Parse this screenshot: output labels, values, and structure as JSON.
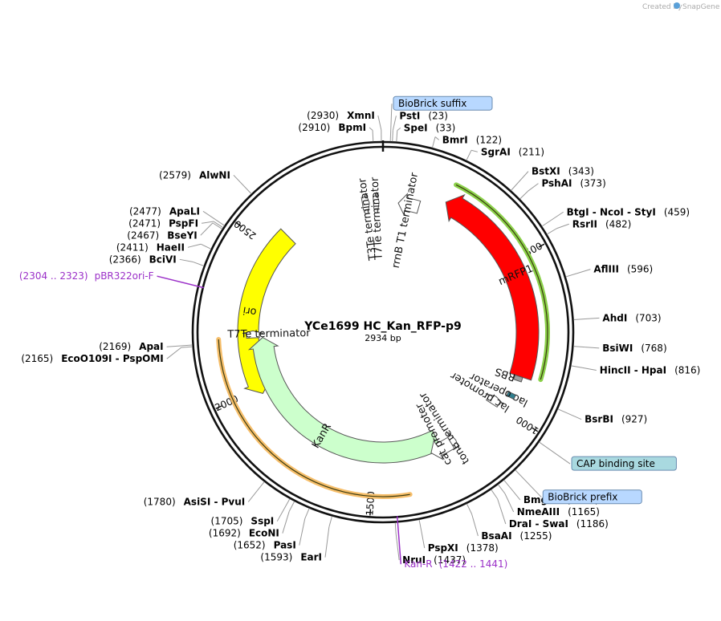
{
  "brand": {
    "created_by": "Created by",
    "product": "SnapGene"
  },
  "plasmid": {
    "name": "YCe1699 HC_Kan_RFP-p9",
    "length_label": "2934 bp",
    "length": 2934
  },
  "ticks": [
    {
      "label": "500",
      "pos": 500
    },
    {
      "label": "1000",
      "pos": 1000
    },
    {
      "label": "1500",
      "pos": 1500
    },
    {
      "label": "2000",
      "pos": 2000
    },
    {
      "label": "2500",
      "pos": 2500
    }
  ],
  "sites": [
    {
      "id": "xmni",
      "name": "XmnI",
      "num": "(2930)",
      "pos": 2930
    },
    {
      "id": "bpmi",
      "name": "BpmI",
      "num": "(2910)",
      "pos": 2910
    },
    {
      "id": "psti",
      "name": "PstI",
      "num": "(23)",
      "pos": 23
    },
    {
      "id": "spei",
      "name": "SpeI",
      "num": "(33)",
      "pos": 33
    },
    {
      "id": "bmri",
      "name": "BmrI",
      "num": "(122)",
      "pos": 122
    },
    {
      "id": "sgrai",
      "name": "SgrAI",
      "num": "(211)",
      "pos": 211
    },
    {
      "id": "bstxi",
      "name": "BstXI",
      "num": "(343)",
      "pos": 343
    },
    {
      "id": "pshai",
      "name": "PshAI",
      "num": "(373)",
      "pos": 373
    },
    {
      "id": "btgi",
      "name": "BtgI  - NcoI  - StyI",
      "num": "(459)",
      "pos": 459
    },
    {
      "id": "rsrii",
      "name": "RsrII",
      "num": "(482)",
      "pos": 482
    },
    {
      "id": "afliii",
      "name": "AflIII",
      "num": "(596)",
      "pos": 596
    },
    {
      "id": "ahdi",
      "name": "AhdI",
      "num": "(703)",
      "pos": 703
    },
    {
      "id": "bsiwi",
      "name": "BsiWI",
      "num": "(768)",
      "pos": 768
    },
    {
      "id": "hincii",
      "name": "HincII  - HpaI",
      "num": "(816)",
      "pos": 816
    },
    {
      "id": "bsrbi",
      "name": "BsrBI",
      "num": "(927)",
      "pos": 927
    },
    {
      "id": "bmgbi",
      "name": "BmgBI",
      "num": "(1147)",
      "pos": 1147
    },
    {
      "id": "nmeaiii",
      "name": "NmeAIII",
      "num": "(1165)",
      "pos": 1165
    },
    {
      "id": "drai",
      "name": "DraI  - SwaI",
      "num": "(1186)",
      "pos": 1186
    },
    {
      "id": "bsaai",
      "name": "BsaAI",
      "num": "(1255)",
      "pos": 1255
    },
    {
      "id": "pspxi",
      "name": "PspXI",
      "num": "(1378)",
      "pos": 1378
    },
    {
      "id": "nrui",
      "name": "NruI",
      "num": "(1437)",
      "pos": 1437
    },
    {
      "id": "eari",
      "name": "EarI",
      "num": "(1593)",
      "pos": 1593
    },
    {
      "id": "pasi",
      "name": "PasI",
      "num": "(1652)",
      "pos": 1652
    },
    {
      "id": "econi",
      "name": "EcoNI",
      "num": "(1692)",
      "pos": 1692
    },
    {
      "id": "sspi",
      "name": "SspI",
      "num": "(1705)",
      "pos": 1705
    },
    {
      "id": "asisi",
      "name": "AsiSI  - PvuI",
      "num": "(1780)",
      "pos": 1780
    },
    {
      "id": "ecoo109i",
      "name": "EcoO109I  - PspOMI",
      "num": "(2165)",
      "pos": 2165
    },
    {
      "id": "apai",
      "name": "ApaI",
      "num": "(2169)",
      "pos": 2169
    },
    {
      "id": "bcivi",
      "name": "BciVI",
      "num": "(2366)",
      "pos": 2366
    },
    {
      "id": "haeii",
      "name": "HaeII",
      "num": "(2411)",
      "pos": 2411
    },
    {
      "id": "bseyi",
      "name": "BseYI",
      "num": "(2467)",
      "pos": 2467
    },
    {
      "id": "pspfi",
      "name": "PspFI",
      "num": "(2471)",
      "pos": 2471
    },
    {
      "id": "apali",
      "name": "ApaLI",
      "num": "(2477)",
      "pos": 2477
    },
    {
      "id": "alwni",
      "name": "AlwNI",
      "num": "(2579)",
      "pos": 2579
    }
  ],
  "feature_boxes": [
    {
      "id": "biobrick-suffix",
      "label": "BioBrick suffix",
      "pos": 18
    },
    {
      "id": "cap-binding-site",
      "label": "CAP binding site",
      "pos": 1020
    },
    {
      "id": "biobrick-prefix",
      "label": "BioBrick prefix",
      "pos": 1110
    }
  ],
  "primers": [
    {
      "id": "pbr322ori-f",
      "range": "(2304 .. 2323)",
      "name": "pBR322ori-F",
      "pos": 2314
    },
    {
      "id": "kan-r",
      "range": "(1422 .. 1441)",
      "name": "Kan-R",
      "pos": 1431
    }
  ],
  "features": [
    {
      "id": "mrfp1",
      "label": "mRFP1",
      "start": 210,
      "end": 880,
      "dir": -1,
      "color": "#ff0000"
    },
    {
      "id": "ori",
      "label": "ori",
      "start": 1980,
      "end": 2570,
      "dir": -1,
      "color": "#ffff00"
    },
    {
      "id": "kanr",
      "label": "KanR",
      "start": 1250,
      "end": 2180,
      "dir": 1,
      "color": "#ccffcc"
    },
    {
      "id": "rrnb-t1",
      "label": "rrnB T1 terminator",
      "start": 55,
      "end": 130,
      "dir": -1,
      "color": "#ffffff"
    },
    {
      "id": "t7te-top",
      "label": "T7Te terminator",
      "start": 2900,
      "end": 2920,
      "dir": 1,
      "color": "#ffffff"
    },
    {
      "id": "t3te",
      "label": "T3Te terminator",
      "start": 2860,
      "end": 2885,
      "dir": 1,
      "color": "#ffffff"
    },
    {
      "id": "t7te-left",
      "label": "T7Te terminator",
      "start": 2180,
      "end": 2205,
      "dir": 1,
      "color": "#ffffff"
    },
    {
      "id": "tonb",
      "label": "tonB terminator",
      "start": 1190,
      "end": 1210,
      "dir": -1,
      "color": "#ffffff"
    },
    {
      "id": "cat-promoter",
      "label": "cat promoter",
      "start": 1210,
      "end": 1290,
      "dir": 1,
      "color": "#ffffff"
    },
    {
      "id": "lac-promoter",
      "label": "lac promoter",
      "start": 975,
      "end": 1005,
      "dir": -1,
      "color": "#ffffff"
    },
    {
      "id": "rbs",
      "label": "RBS",
      "start": 880,
      "end": 895,
      "dir": 0,
      "color": "#a0a0a0"
    },
    {
      "id": "lac-operator",
      "label": "lac operator",
      "start": 940,
      "end": 955,
      "dir": 0,
      "color": "#2f7f8f"
    }
  ],
  "arcs": [
    {
      "id": "green-arc",
      "start": 215,
      "end": 870,
      "color": "#8bd14a"
    },
    {
      "id": "orange-arc",
      "start": 1390,
      "end": 2180,
      "color": "#f6be6a"
    }
  ]
}
